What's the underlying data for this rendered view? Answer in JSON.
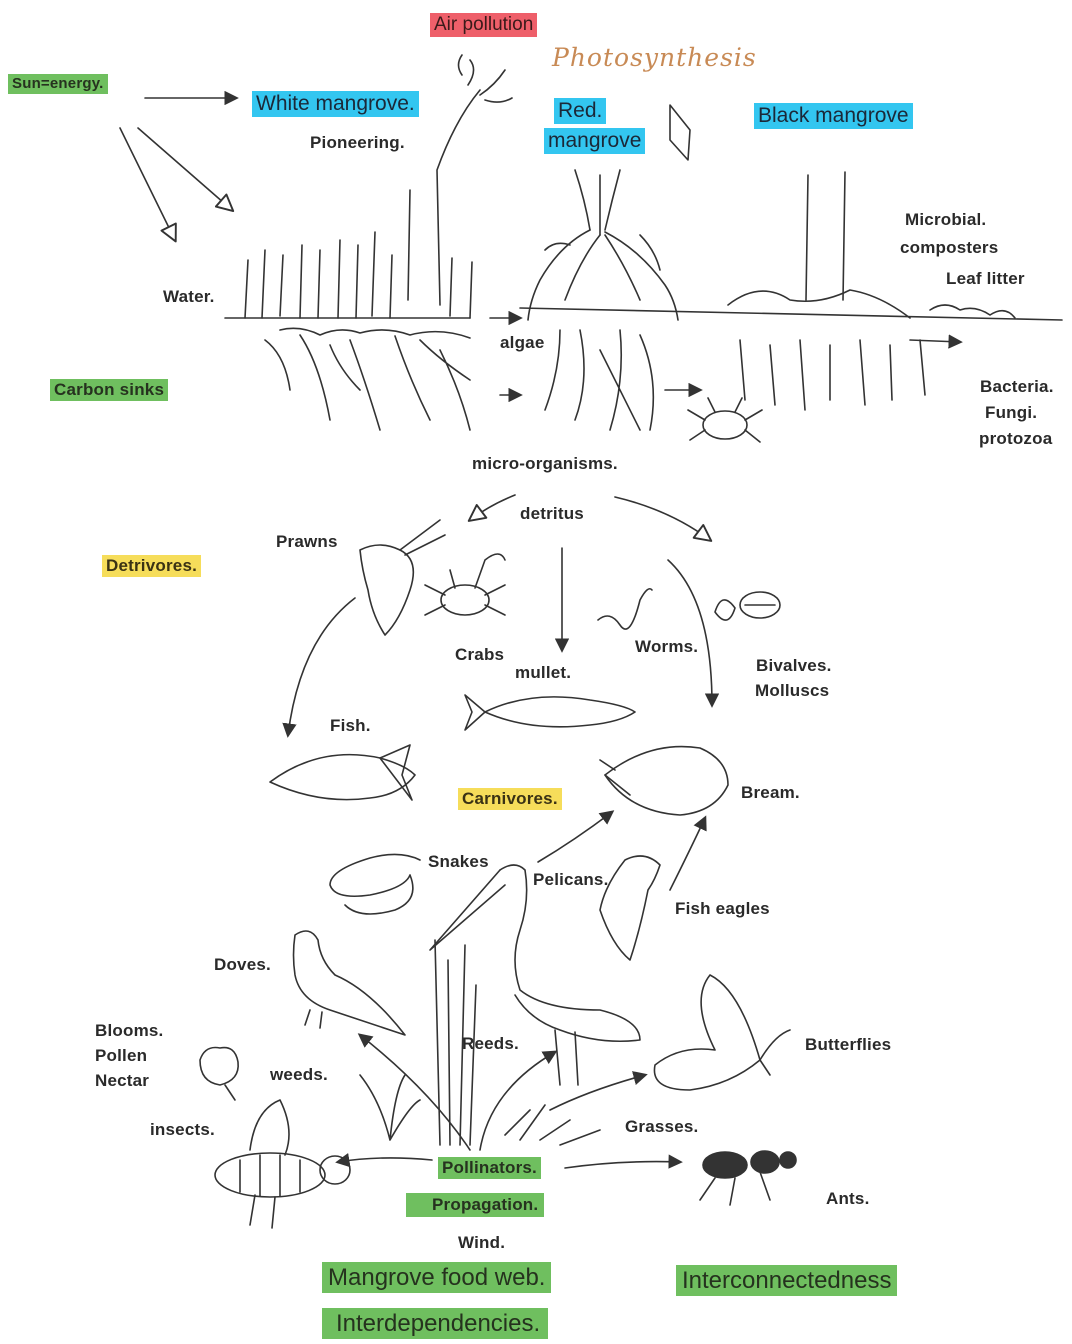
{
  "labels": {
    "air_pollution": "Air pollution",
    "photosynthesis": "Photosynthesis",
    "sun_energy": "Sun=energy.",
    "white_mangrove": "White mangrove.",
    "pioneering": "Pioneering.",
    "red_mangrove_1": "Red.",
    "red_mangrove_2": "mangrove",
    "black_mangrove": "Black mangrove",
    "microbial_1": "Microbial.",
    "microbial_2": "composters",
    "leaf_litter": "Leaf litter",
    "water": "Water.",
    "algae": "algae",
    "carbon_sinks": "Carbon sinks",
    "bacteria": "Bacteria.",
    "fungi": "Fungi.",
    "protozoa": "protozoa",
    "micro_organisms": "micro-organisms.",
    "detritus": "detritus",
    "prawns": "Prawns",
    "detrivores": "Detrivores.",
    "crabs": "Crabs",
    "mullet": "mullet.",
    "worms": "Worms.",
    "bivalves": "Bivalves.",
    "molluscs": "Molluscs",
    "fish": "Fish.",
    "carnivores": "Carnivores.",
    "bream": "Bream.",
    "snakes": "Snakes",
    "pelicans": "Pelicans.",
    "fish_eagles": "Fish eagles",
    "doves": "Doves.",
    "blooms": "Blooms.",
    "pollen": "Pollen",
    "nectar": "Nectar",
    "weeds": "weeds.",
    "reeds": "Reeds.",
    "butterflies": "Butterflies",
    "insects": "insects.",
    "grasses": "Grasses.",
    "pollinators": "Pollinators.",
    "propagation": "Propagation.",
    "ants": "Ants.",
    "wind": "Wind.",
    "food_web": "Mangrove food web.",
    "interconnectedness": "Interconnectedness",
    "interdependencies": "Interdependencies."
  },
  "colors": {
    "green_highlight": "#6fbf5f",
    "blue_highlight": "#33c6f0",
    "yellow_highlight": "#f6dd5a",
    "red_highlight": "#ee5f6a",
    "ink": "#2a2a2a"
  }
}
